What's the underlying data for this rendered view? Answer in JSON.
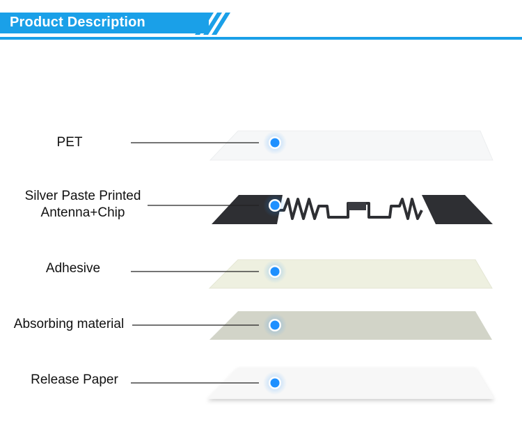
{
  "header": {
    "title": "Product Description",
    "accent_color": "#1aa0e8"
  },
  "layers": [
    {
      "label_lines": [
        "PET"
      ],
      "color": "#f6f7f8",
      "marker_color": "#1e90ff"
    },
    {
      "label_lines": [
        "Silver Paste Printed",
        "Antenna+Chip"
      ],
      "color": "#2e2f33",
      "marker_color": "#1e90ff"
    },
    {
      "label_lines": [
        "Adhesive"
      ],
      "color": "#eef0e0",
      "marker_color": "#1e90ff"
    },
    {
      "label_lines": [
        "Absorbing material"
      ],
      "color": "#d2d4c8",
      "marker_color": "#1e90ff"
    },
    {
      "label_lines": [
        "Release Paper"
      ],
      "color": "#f7f7f7",
      "marker_color": "#1e90ff"
    }
  ]
}
